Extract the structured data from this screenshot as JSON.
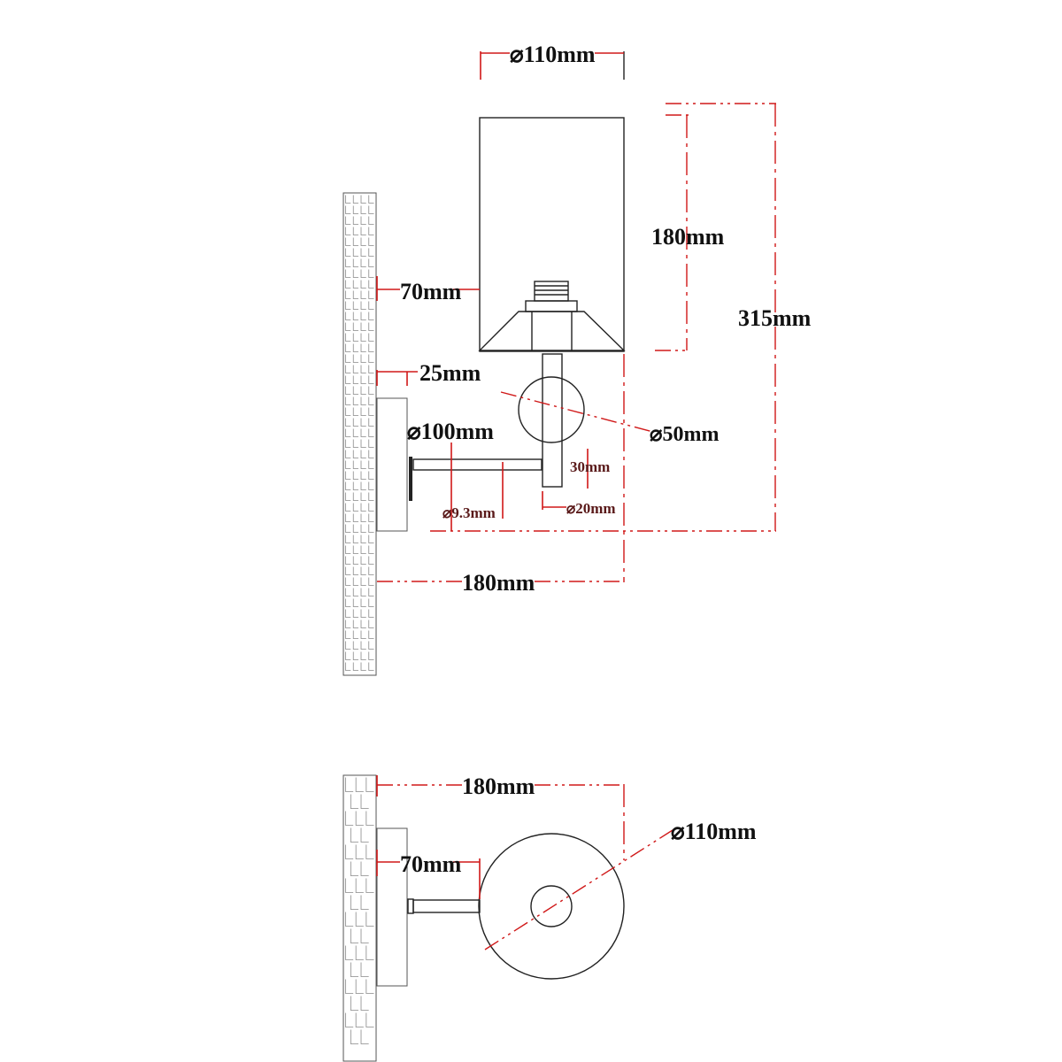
{
  "front_view": {
    "labels": {
      "shade_diameter": "⌀110mm",
      "shade_height": "180mm",
      "total_height": "315mm",
      "wall_to_shade": "70mm",
      "plate_offset": "25mm",
      "plate_diameter": "⌀100mm",
      "ball_diameter": "⌀50mm",
      "rod_height": "30mm",
      "arm_diameter": "⌀9.3mm",
      "rod_diameter": "⌀20mm",
      "total_projection": "180mm"
    }
  },
  "top_view": {
    "labels": {
      "total_projection": "180mm",
      "shade_diameter": "⌀110mm",
      "wall_to_shade": "70mm"
    }
  },
  "colors": {
    "dimension_line": "#d01818",
    "outline": "#222222",
    "text": "#111111"
  }
}
